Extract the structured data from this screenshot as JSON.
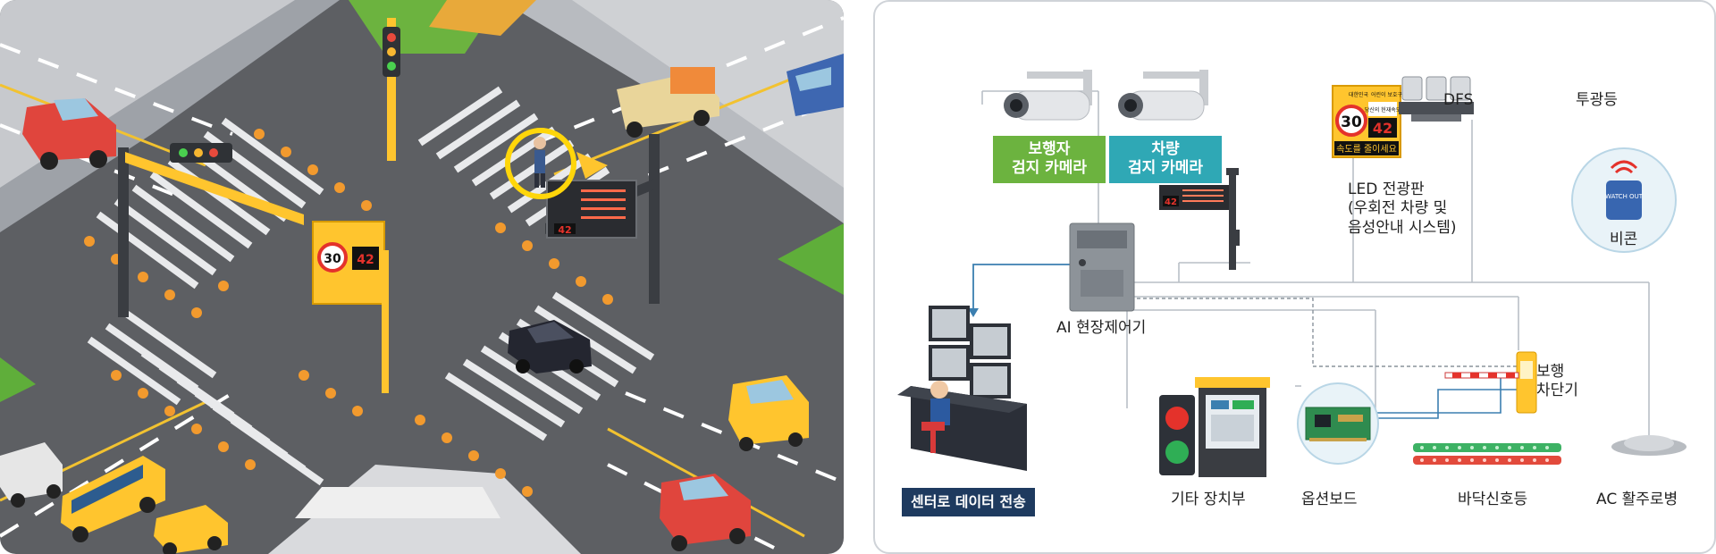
{
  "sign": {
    "speed_limit": "30",
    "current_speed": "42",
    "header_left": "대한민국",
    "header_right": "어린이 보호구역",
    "sub": "당신의 현재속도",
    "slow_down": "속도를 줄이세요"
  },
  "labels": {
    "ped_camera": "보행자\n검지 카메라",
    "vehicle_camera": "차량\n검지 카메라",
    "dfs": "DFS",
    "floodlight": "투광등",
    "led_board": "LED 전광판\n(우회전 차량 및\n음성안내 시스템)",
    "beacon": "비콘",
    "beacon_text": "WATCH OUT",
    "ai_controller": "AI 현장제어기",
    "center_transfer": "센터로 데이터 전송",
    "other_devices": "기타 장치부",
    "option_board": "옵션보드",
    "ped_barrier": "보행\n차단기",
    "floor_signal": "바닥신호등",
    "ac_marker": "AC 활주로병"
  },
  "colors": {
    "green_tag": "#6cb33f",
    "teal_tag": "#2fa8b5",
    "navy_tag": "#1e3a5f",
    "road": "#5d5f63",
    "crosswalk": "#e9eaec",
    "grass": "#5fae3a"
  }
}
